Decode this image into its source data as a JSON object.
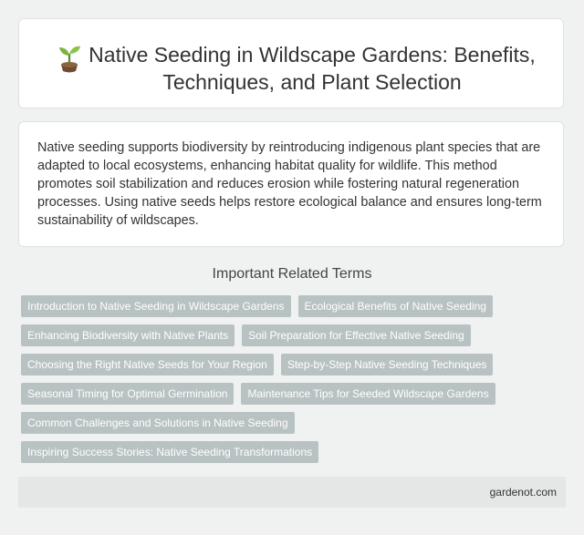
{
  "title": {
    "icon": "seedling-icon",
    "text": "Native Seeding in Wildscape Gardens: Benefits, Techniques, and Plant Selection"
  },
  "description": "Native seeding supports biodiversity by reintroducing indigenous plant species that are adapted to local ecosystems, enhancing habitat quality for wildlife. This method promotes soil stabilization and reduces erosion while fostering natural regeneration processes. Using native seeds helps restore ecological balance and ensures long-term sustainability of wildscapes.",
  "related": {
    "heading": "Important Related Terms",
    "tags": [
      "Introduction to Native Seeding in Wildscape Gardens",
      "Ecological Benefits of Native Seeding",
      "Enhancing Biodiversity with Native Plants",
      "Soil Preparation for Effective Native Seeding",
      "Choosing the Right Native Seeds for Your Region",
      "Step-by-Step Native Seeding Techniques",
      "Seasonal Timing for Optimal Germination",
      "Maintenance Tips for Seeded Wildscape Gardens",
      "Common Challenges and Solutions in Native Seeding",
      "Inspiring Success Stories: Native Seeding Transformations"
    ]
  },
  "footer": {
    "site": "gardenot.com"
  },
  "colors": {
    "background": "#f0f2f1",
    "tag_bg": "#b9c2c2",
    "tag_text": "#ffffff",
    "footer_bg": "#e4e7e6"
  }
}
